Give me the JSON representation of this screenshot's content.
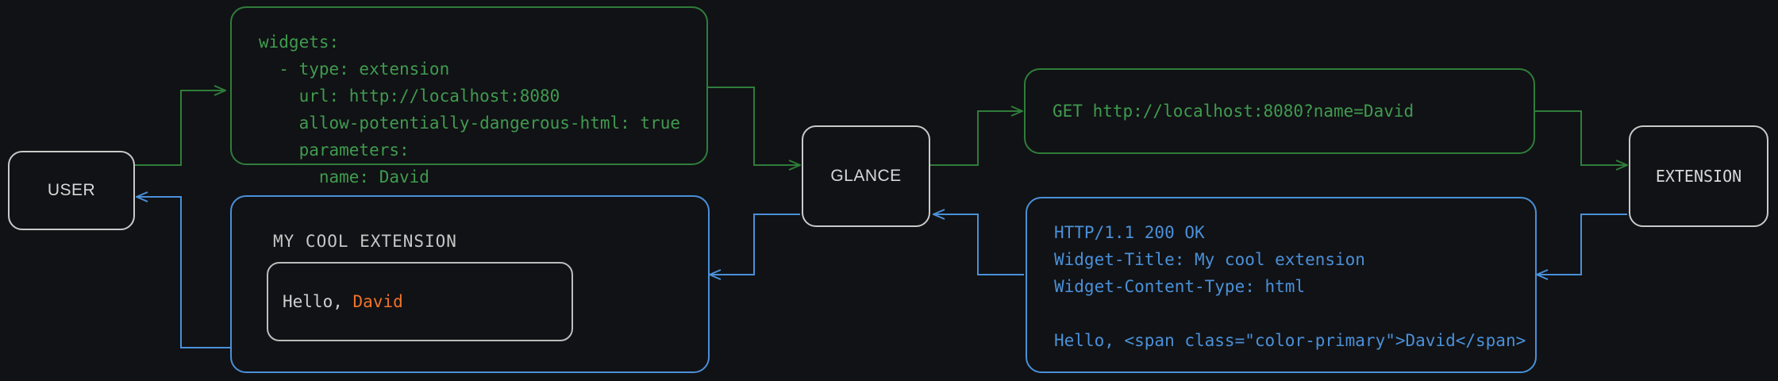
{
  "diagram": {
    "title": "Glance extension request flow",
    "background_color": "#111215",
    "colors": {
      "request_green": "#3f9b4f",
      "response_blue": "#4a90d9",
      "actor_border": "#c9c9c9",
      "accent_orange": "#f0732a"
    }
  },
  "nodes": {
    "user": {
      "label": "USER"
    },
    "glance": {
      "label": "GLANCE"
    },
    "extension": {
      "label": "EXTENSION"
    }
  },
  "boxes": {
    "config_yaml": {
      "kind": "code-green",
      "text": "widgets:\n  - type: extension\n    url: http://localhost:8080\n    allow-potentially-dangerous-html: true\n    parameters:\n      name: David"
    },
    "http_request": {
      "kind": "code-green",
      "text": "GET http://localhost:8080?name=David"
    },
    "http_response": {
      "kind": "code-blue",
      "text": "HTTP/1.1 200 OK\nWidget-Title: My cool extension\nWidget-Content-Type: html\n\nHello, <span class=\"color-primary\">David</span>"
    },
    "rendered_widget": {
      "kind": "widget-blue",
      "title": "MY COOL EXTENSION",
      "body_prefix": "Hello, ",
      "body_name": "David"
    }
  },
  "connectors": [
    {
      "name": "user-to-config",
      "color": "#3f9b4f",
      "direction": "right"
    },
    {
      "name": "config-to-glance",
      "color": "#3f9b4f",
      "direction": "right"
    },
    {
      "name": "glance-to-request",
      "color": "#3f9b4f",
      "direction": "right"
    },
    {
      "name": "request-to-extension",
      "color": "#3f9b4f",
      "direction": "right"
    },
    {
      "name": "extension-to-response",
      "color": "#4a90d9",
      "direction": "left"
    },
    {
      "name": "response-to-glance",
      "color": "#4a90d9",
      "direction": "left"
    },
    {
      "name": "glance-to-widget",
      "color": "#4a90d9",
      "direction": "left"
    },
    {
      "name": "widget-to-user",
      "color": "#4a90d9",
      "direction": "left"
    }
  ]
}
